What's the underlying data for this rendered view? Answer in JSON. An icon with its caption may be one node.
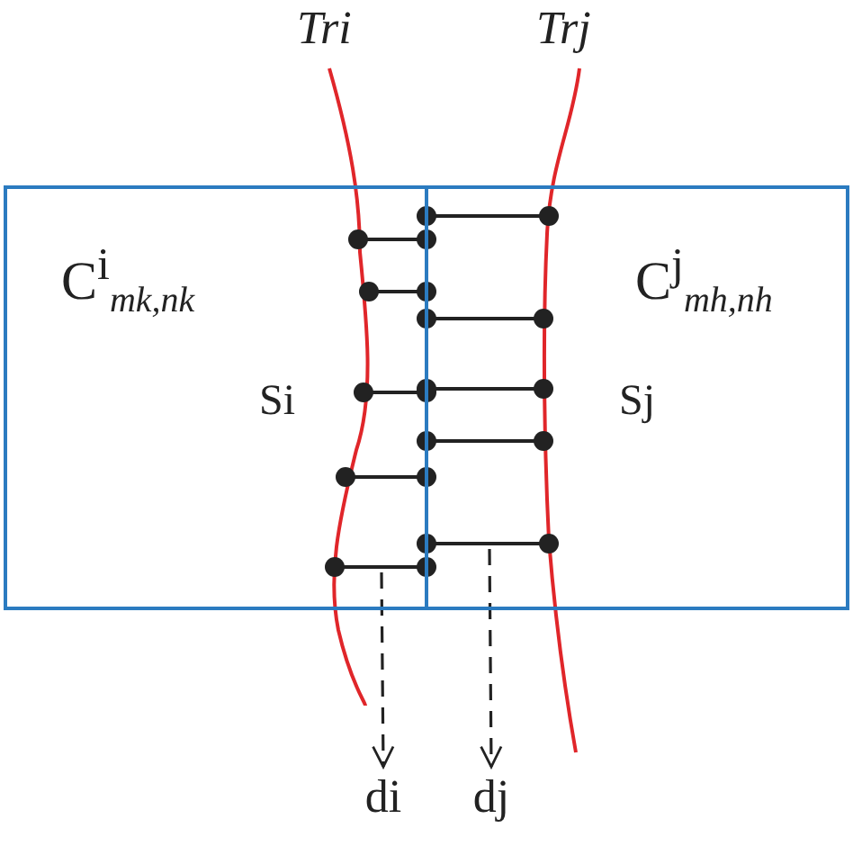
{
  "diagram": {
    "nodes": [
      {
        "text": [
          "C$^{i}$$_{mk,nk}$",
          "Si"
        ]
      },
      {
        "text": [
          "C$^{j}$$_{mh,nh}$",
          "Sj"
        ]
      },
      {
        "text": [
          "di"
        ]
      },
      {
        "text": [
          "dj"
        ]
      }
    ],
    "edges": [
      {
        "from": 0,
        "to": 2,
        "arrow": "to",
        "style": "dashed"
      },
      {
        "from": 1,
        "to": 3,
        "arrow": "to",
        "style": "dashed"
      }
    ],
    "labels": [
      "Tri",
      "Trj"
    ]
  }
}
